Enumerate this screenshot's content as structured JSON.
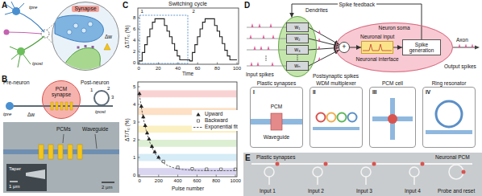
{
  "diagram": {
    "nodes": [
      {
        "text": [
          "Synapse",
          "Δw"
        ]
      },
      {
        "text": [
          "PCM synapse"
        ]
      },
      {
        "text": [
          "Dendrites"
        ]
      },
      {
        "text": [
          "w₁"
        ],
        "in": 2
      },
      {
        "text": [
          "w₂"
        ],
        "in": 2
      },
      {
        "text": [
          "w₃"
        ],
        "in": 2
      },
      {
        "text": [
          "wₙ"
        ],
        "in": 2
      },
      {
        "text": [
          "Neuron soma"
        ]
      },
      {
        "text": [
          "+"
        ],
        "in": 7
      },
      {
        "text": [
          "Neuronal interface"
        ],
        "in": 7
      },
      {
        "text": [
          "Spike generation"
        ],
        "in": 7
      },
      {
        "text": [
          "Plastic synapses",
          "I",
          "PCM",
          "Waveguide"
        ]
      },
      {
        "text": [
          "WDM multiplexer",
          "II"
        ]
      },
      {
        "text": [
          "PCM cell",
          "III"
        ]
      },
      {
        "text": [
          "Ring resonator",
          "IV"
        ]
      }
    ],
    "edges": [
      {
        "from": 3,
        "to": 8,
        "arrow": "to"
      },
      {
        "from": 4,
        "to": 8,
        "arrow": "to"
      },
      {
        "from": 5,
        "to": 8,
        "arrow": "to"
      },
      {
        "from": 6,
        "to": 8,
        "arrow": "to"
      },
      {
        "from": 8,
        "to": 9,
        "arrow": "to"
      },
      {
        "from": 9,
        "to": 10,
        "arrow": "to"
      },
      {
        "from": 10,
        "to": 2,
        "arrow": "to",
        "label": "Spike feedback"
      }
    ],
    "labels": [
      "A",
      "B",
      "C",
      "D",
      "E",
      "tpre",
      "tpost",
      "Pre-neuron",
      "Post-neuron",
      "tpre",
      "tpost",
      "1",
      "2",
      "3",
      "Δw",
      "PCMs",
      "Waveguide",
      "Taper",
      "1 μm",
      "2 μm",
      "Switching cycle",
      "1",
      "2",
      "ΔT/T₀ (%)",
      "Time",
      "0",
      "2",
      "4",
      "6",
      "8",
      "0",
      "20",
      "40",
      "60",
      "80",
      "100",
      "ΔT/T₀ (%)",
      "0",
      "1",
      "2",
      "3",
      "4",
      "5",
      "0",
      "200",
      "400",
      "600",
      "800",
      "1000",
      "Pulse number",
      "Input spikes",
      "Postsynaptic spikes",
      "Neuronal input",
      "Axon",
      "Output spikes",
      "Plastic synapses",
      "Neuronal PCM",
      "Input 1",
      "Input 2",
      "Input 3",
      "Input 4",
      "Probe and reset"
    ],
    "legend": [
      {
        "text": "Upward"
      },
      {
        "text": "Backward"
      },
      {
        "text": "Exponential fit"
      }
    ]
  }
}
